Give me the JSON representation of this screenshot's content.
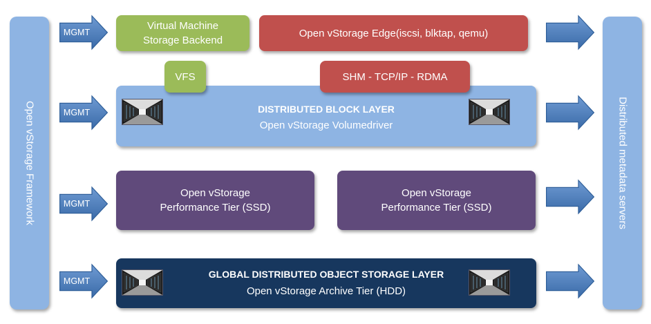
{
  "side_left": {
    "label": "Open vStorage Framework"
  },
  "side_right": {
    "label": "Distributed metadata servers"
  },
  "mgmt_label": "MGMT",
  "top_row": {
    "vm_backend": {
      "line1": "Virtual Machine",
      "line2": "Storage Backend"
    },
    "edge": {
      "label": "Open vStorage Edge(iscsi, blktap, qemu)"
    }
  },
  "connectors": {
    "vfs": "VFS",
    "shm": "SHM - TCP/IP - RDMA"
  },
  "block_layer": {
    "title": "DISTRIBUTED BLOCK LAYER",
    "subtitle": "Open vStorage Volumedriver"
  },
  "perf_tiers": [
    {
      "line1": "Open vStorage",
      "line2": "Performance Tier (SSD)"
    },
    {
      "line1": "Open vStorage",
      "line2": "Performance Tier (SSD)"
    }
  ],
  "object_layer": {
    "title": "GLOBAL DISTRIBUTED OBJECT STORAGE LAYER",
    "subtitle": "Open vStorage Archive Tier (HDD)"
  },
  "colors": {
    "green": "#9bbb59",
    "red": "#c0504d",
    "purple": "#604a7b",
    "light_blue": "#8eb4e3",
    "dark_blue": "#17375e",
    "arrow_blue": "#4f81bd"
  },
  "icons": {
    "arrow": "right-arrow-icon",
    "server": "server-room-icon"
  }
}
